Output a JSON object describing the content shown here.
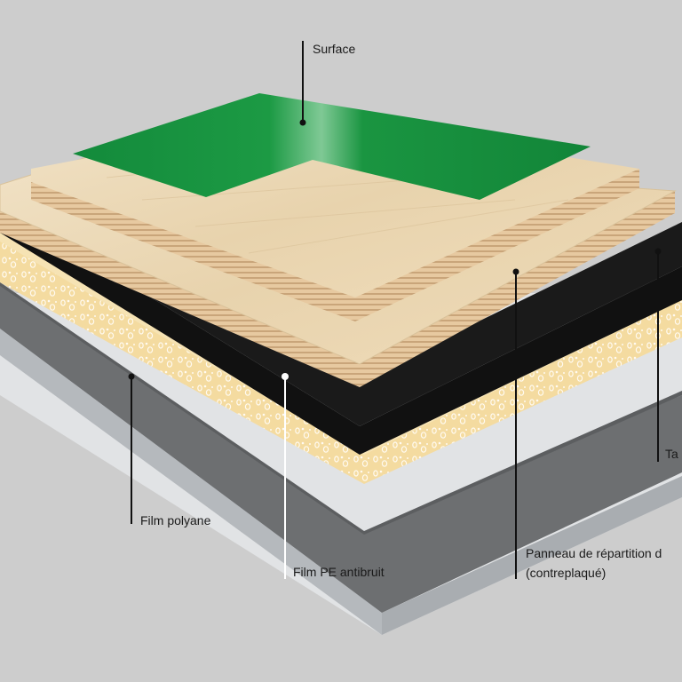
{
  "labels": {
    "surface": "Surface",
    "film_polyane": "Film polyane",
    "film_pe": "Film PE antibruit",
    "panneau_line1": "Panneau de répartition d",
    "panneau_line2": "(contreplaqué)",
    "tapis": "Ta"
  },
  "colors": {
    "background": "#cdcdcd",
    "surface_green": "#17913f",
    "wood": "#ead8b8",
    "rubber_black": "#111111",
    "foam": "#f4dba0",
    "polyane_gray": "#6d6f71",
    "base_light": "#b9bdc1"
  }
}
